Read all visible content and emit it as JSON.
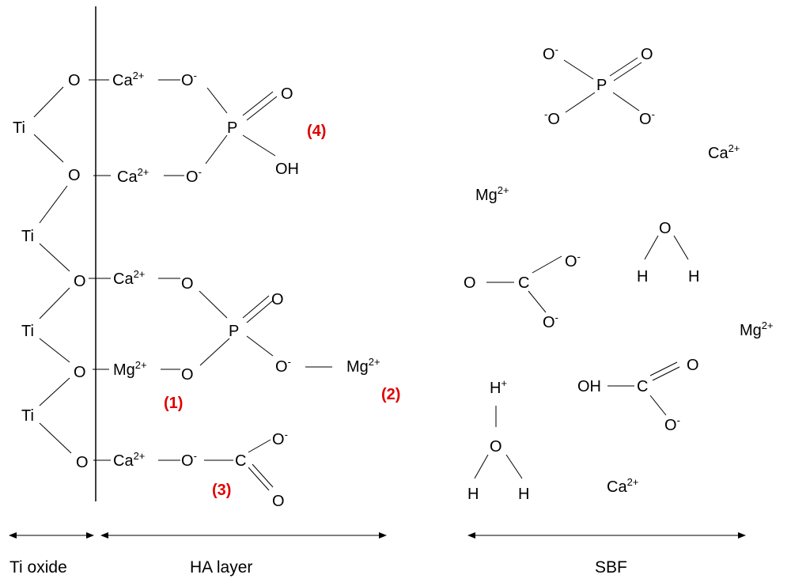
{
  "atoms": {
    "ti": "Ti",
    "o": "O",
    "ca": "Ca",
    "mg": "Mg",
    "p": "P",
    "c": "C",
    "h": "H",
    "oh": "OH"
  },
  "charges": {
    "di_positive": "2+",
    "negative": "-",
    "positive": "+"
  },
  "markers": {
    "m1": "(1)",
    "m2": "(2)",
    "m3": "(3)",
    "m4": "(4)"
  },
  "sections": {
    "ti_oxide": "Ti oxide",
    "ha_layer": "HA layer",
    "sbf": "SBF"
  },
  "colors": {
    "ink": "#000000",
    "marker": "#e00000",
    "background": "#ffffff"
  }
}
